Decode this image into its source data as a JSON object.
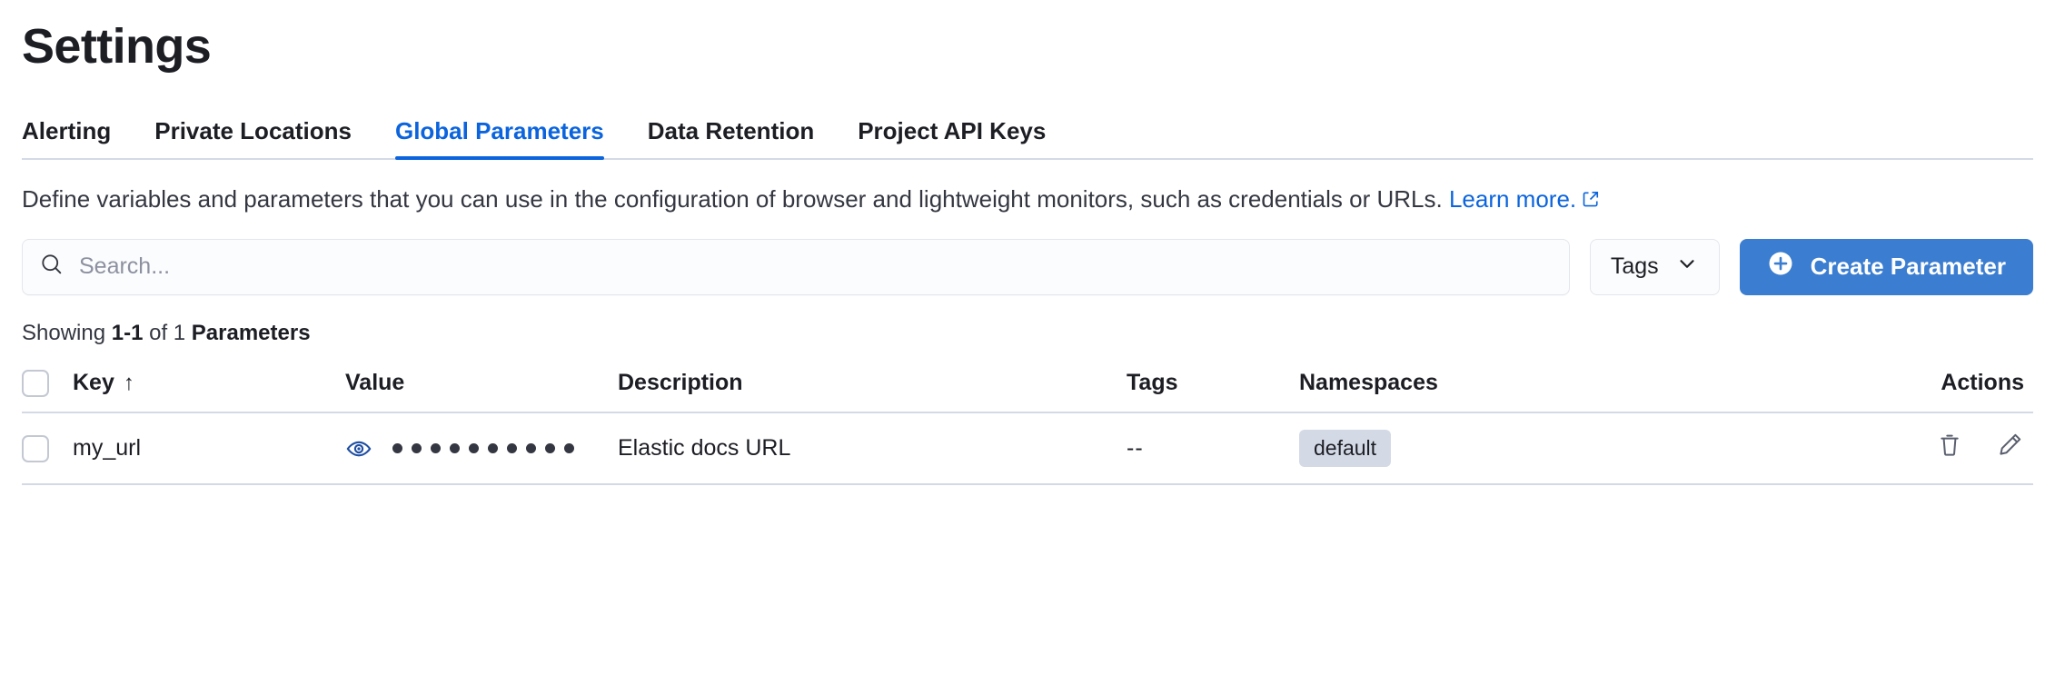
{
  "header": {
    "title": "Settings"
  },
  "tabs": [
    {
      "label": "Alerting",
      "active": false
    },
    {
      "label": "Private Locations",
      "active": false
    },
    {
      "label": "Global Parameters",
      "active": true
    },
    {
      "label": "Data Retention",
      "active": false
    },
    {
      "label": "Project API Keys",
      "active": false
    }
  ],
  "description": {
    "text": "Define variables and parameters that you can use in the configuration of browser and lightweight monitors, such as credentials or URLs. ",
    "link_label": "Learn more.",
    "external_icon": "external-link-icon"
  },
  "controls": {
    "search_placeholder": "Search...",
    "search_value": "",
    "search_icon": "search-icon",
    "tags_label": "Tags",
    "tags_chevron": "chevron-down-icon",
    "create_label": "Create Parameter",
    "create_icon": "plus-circle-icon",
    "create_color": "#3b7dd0"
  },
  "results": {
    "showing_prefix": "Showing ",
    "range": "1-1",
    "of": " of 1 ",
    "noun": "Parameters"
  },
  "table": {
    "columns": [
      {
        "label": "Key",
        "sort": "↑"
      },
      {
        "label": "Value"
      },
      {
        "label": "Description"
      },
      {
        "label": "Tags"
      },
      {
        "label": "Namespaces"
      },
      {
        "label": "Actions"
      }
    ],
    "rows": [
      {
        "key": "my_url",
        "value_masked": "••••••••••",
        "value_dots": 10,
        "value_icon": "eye-icon",
        "description": "Elastic docs URL",
        "tags": "--",
        "namespace": "default",
        "actions": [
          "trash-icon",
          "pencil-icon"
        ]
      }
    ]
  },
  "colors": {
    "accent": "#0b64dd",
    "button": "#3b7dd0",
    "badge_bg": "#d3dae6",
    "border": "#d3dae6"
  }
}
